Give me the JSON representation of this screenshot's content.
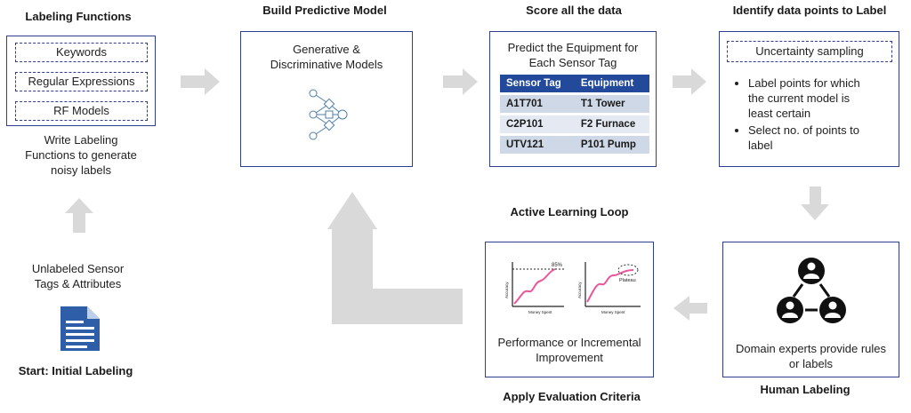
{
  "titles": {
    "labeling_functions": "Labeling Functions",
    "build_model": "Build Predictive Model",
    "score_data": "Score all the data",
    "identify_points": "Identify data points to Label",
    "active_loop": "Active Learning Loop",
    "start": "Start: Initial Labeling",
    "apply_eval": "Apply Evaluation Criteria",
    "human_labeling": "Human Labeling"
  },
  "labeling_box": {
    "items": [
      "Keywords",
      "Regular Expressions",
      "RF Models"
    ],
    "caption_lines": [
      "Write Labeling",
      "Functions to generate",
      "noisy labels"
    ]
  },
  "model_box": {
    "lines": [
      "Generative &",
      "Discriminative Models"
    ]
  },
  "score_box": {
    "heading_lines": [
      "Predict the Equipment for",
      "Each Sensor Tag"
    ],
    "columns": [
      "Sensor Tag",
      "Equipment"
    ],
    "rows": [
      [
        "A1T701",
        "T1 Tower"
      ],
      [
        "C2P101",
        "F2 Furnace"
      ],
      [
        "UTV121",
        "P101 Pump"
      ]
    ]
  },
  "identify_box": {
    "dashed_item": "Uncertainty sampling",
    "bullets": [
      [
        "Label points for which",
        "the current model is",
        "least certain"
      ],
      [
        "Select no. of points to",
        "label"
      ]
    ]
  },
  "start_caption_lines": [
    "Unlabeled Sensor",
    "Tags & Attributes"
  ],
  "eval_box": {
    "chart1": {
      "annotation": "85%",
      "ylabel": "Accuracy",
      "xlabel": "Money Spent"
    },
    "chart2": {
      "annotation": "Plateau",
      "ylabel": "Accuracy",
      "xlabel": "Money Spent"
    },
    "caption_lines": [
      "Performance or Incremental",
      "Improvement"
    ]
  },
  "human_box": {
    "caption_lines": [
      "Domain experts provide rules",
      "or labels"
    ]
  },
  "colors": {
    "border": "#2e3f8f",
    "arrow": "#d9d9d9",
    "header": "#234a9a",
    "curve": "#e9569a",
    "icon": "#111111",
    "doc": "#2f5ea8"
  },
  "icons": [
    "neural-network-icon",
    "document-icon",
    "people-network-icon"
  ]
}
